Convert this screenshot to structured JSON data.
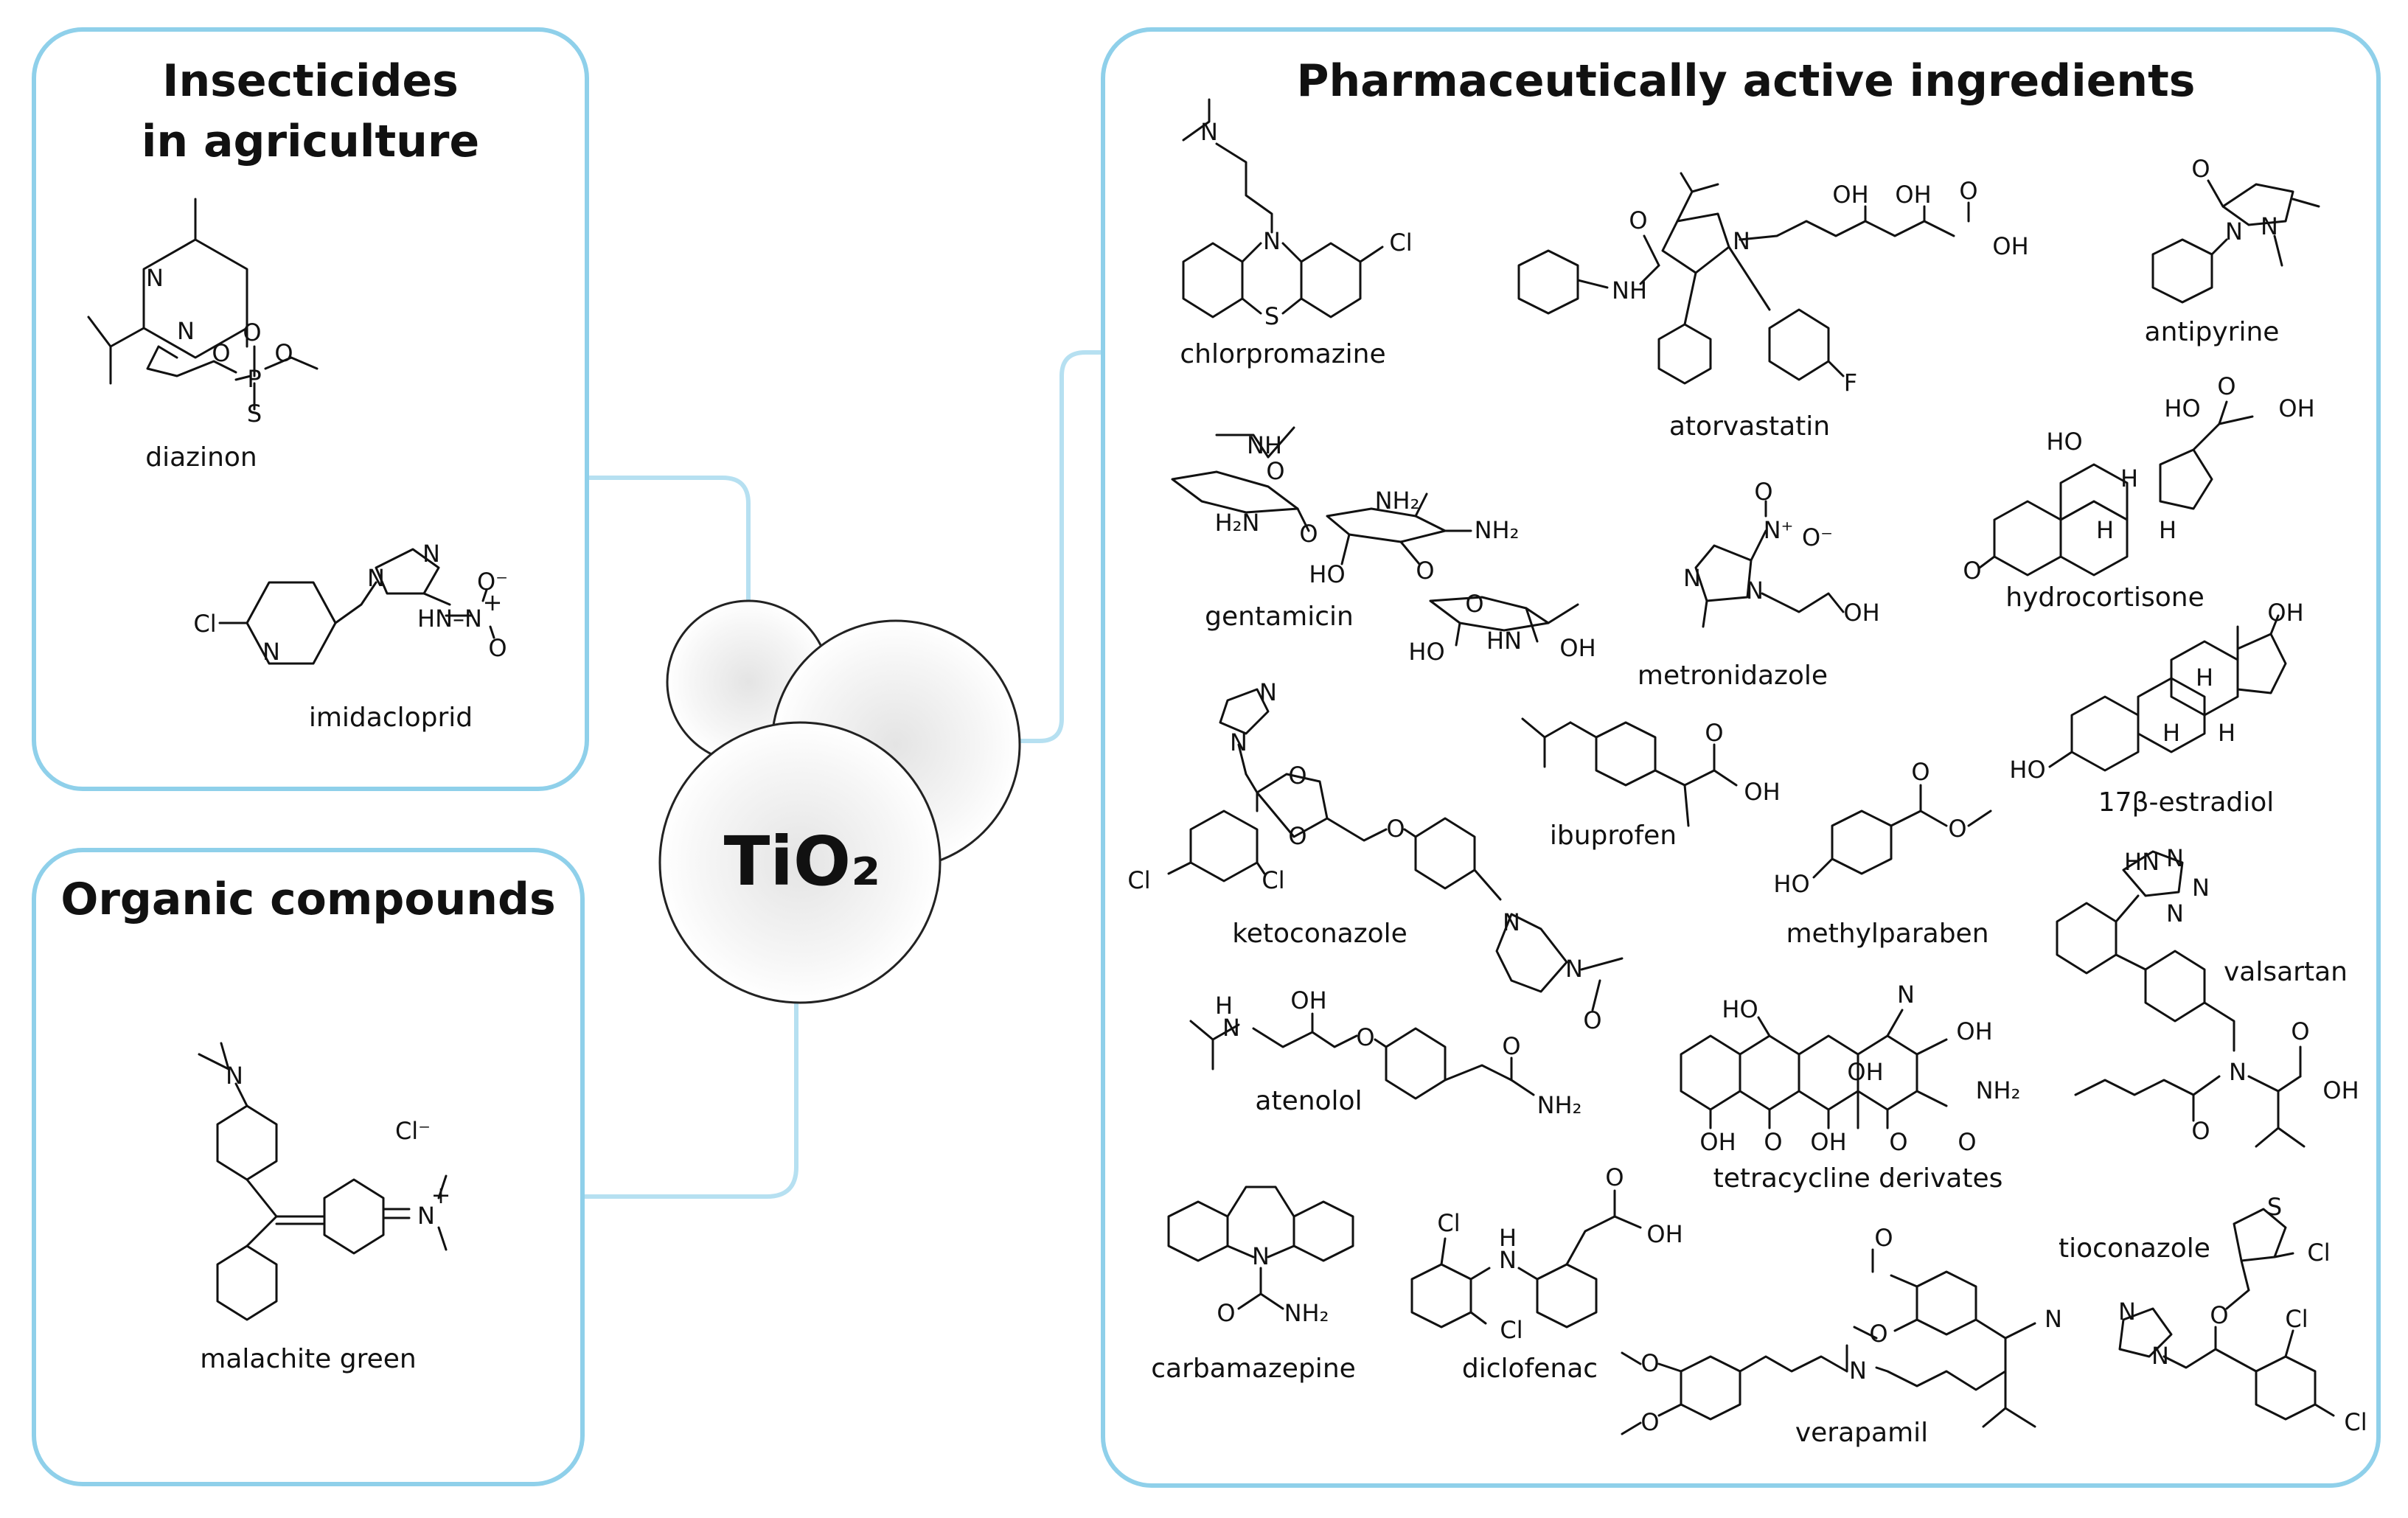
{
  "colors": {
    "panel_border": "#8fd0ea",
    "connector": "#b6e0f1",
    "text": "#111111"
  },
  "center": {
    "label": "TiO₂"
  },
  "panels": {
    "insecticides": {
      "title_line1": "Insecticides",
      "title_line2": "in agriculture",
      "compounds": [
        {
          "name": "diazinon",
          "atoms": [
            "N",
            "N",
            "O",
            "O",
            "P",
            "O",
            "S"
          ]
        },
        {
          "name": "imidacloprid",
          "atoms": [
            "N",
            "N",
            "Cl",
            "N",
            "HN–N",
            "O⁻",
            "+",
            "O"
          ]
        }
      ]
    },
    "organic": {
      "title": "Organic compounds",
      "compounds": [
        {
          "name": "malachite green",
          "atoms": [
            "N",
            "Cl⁻",
            "N",
            "+"
          ]
        }
      ]
    },
    "pharma": {
      "title": "Pharmaceutically active ingredients",
      "compounds": [
        {
          "name": "chlorpromazine",
          "atoms": [
            "N",
            "N",
            "S",
            "Cl"
          ]
        },
        {
          "name": "atorvastatin",
          "atoms": [
            "O",
            "NH",
            "N",
            "OH",
            "OH",
            "O",
            "OH",
            "F"
          ]
        },
        {
          "name": "antipyrine",
          "atoms": [
            "O",
            "N",
            "N"
          ]
        },
        {
          "name": "gentamicin",
          "atoms": [
            "NH",
            "O",
            "H₂N",
            "O",
            "NH₂",
            "NH₂",
            "HO",
            "O",
            "O",
            "HO",
            "HN",
            "OH"
          ]
        },
        {
          "name": "metronidazole",
          "atoms": [
            "O",
            "N⁺",
            "O⁻",
            "N",
            "N",
            "OH"
          ]
        },
        {
          "name": "hydrocortisone",
          "atoms": [
            "HO",
            "HO",
            "O",
            "OH",
            "H",
            "H",
            "H",
            "O"
          ]
        },
        {
          "name": "ketoconazole",
          "atoms": [
            "N",
            "N",
            "O",
            "O",
            "O",
            "Cl",
            "Cl",
            "N",
            "N",
            "O"
          ]
        },
        {
          "name": "ibuprofen",
          "atoms": [
            "O",
            "OH"
          ]
        },
        {
          "name": "17β-estradiol",
          "atoms": [
            "OH",
            "H",
            "H",
            "H",
            "HO"
          ]
        },
        {
          "name": "methylparaben",
          "atoms": [
            "O",
            "O",
            "HO"
          ]
        },
        {
          "name": "valsartan",
          "atoms": [
            "HN",
            "N",
            "N",
            "N",
            "N",
            "O",
            "O",
            "OH"
          ]
        },
        {
          "name": "atenolol",
          "atoms": [
            "H",
            "N",
            "OH",
            "O",
            "O",
            "NH₂"
          ]
        },
        {
          "name": "tetracycline derivates",
          "atoms": [
            "N",
            "HO",
            "OH",
            "OH",
            "NH₂",
            "OH",
            "O",
            "OH",
            "O",
            "O"
          ]
        },
        {
          "name": "carbamazepine",
          "atoms": [
            "N",
            "O",
            "NH₂"
          ]
        },
        {
          "name": "diclofenac",
          "atoms": [
            "Cl",
            "H",
            "N",
            "O",
            "OH",
            "Cl"
          ]
        },
        {
          "name": "verapamil",
          "atoms": [
            "O",
            "O",
            "O",
            "O",
            "N",
            "N"
          ]
        },
        {
          "name": "tioconazole",
          "atoms": [
            "S",
            "Cl",
            "N",
            "N",
            "O",
            "Cl",
            "Cl"
          ]
        }
      ]
    }
  }
}
